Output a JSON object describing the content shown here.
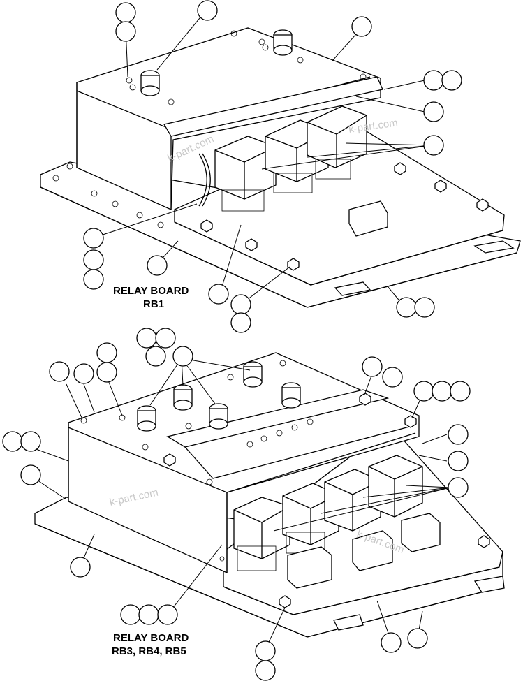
{
  "top_assembly": {
    "caption_line1": "RELAY BOARD",
    "caption_line2": "RB1"
  },
  "bottom_assembly": {
    "caption_line1": "RELAY BOARD",
    "caption_line2": "RB3, RB4, RB5"
  },
  "watermark": "k-part.com"
}
